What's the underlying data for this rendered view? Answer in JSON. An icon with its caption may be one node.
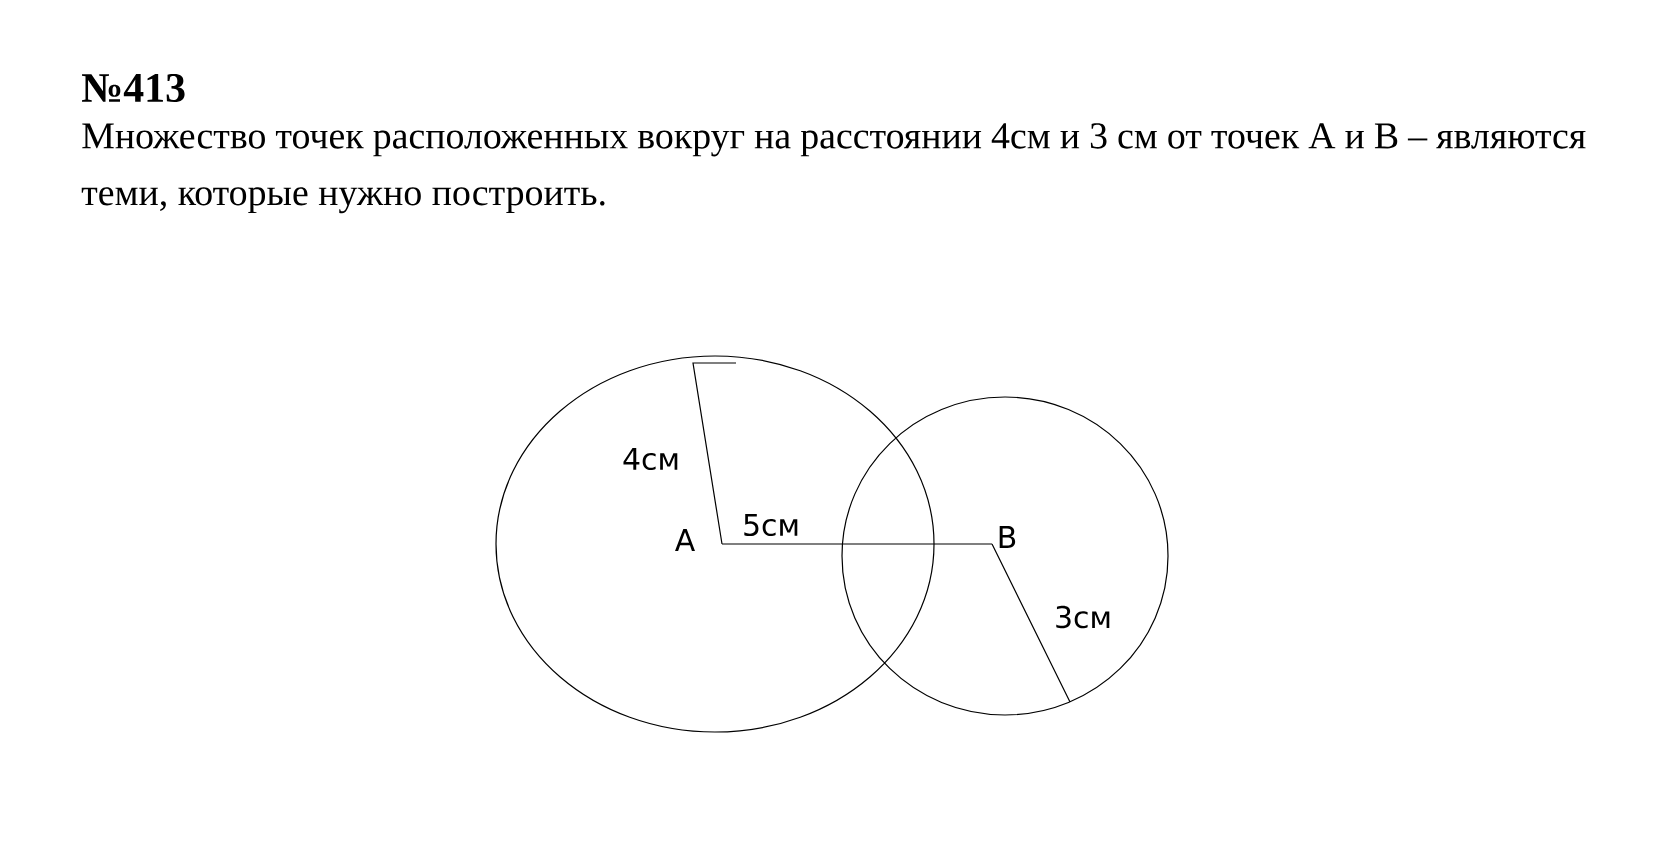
{
  "diagram": {
    "title": "№413",
    "labels": [
      "Множество точек расположенных вокруг  на расстоянии 4см и 3 см от точек А  и В – являются теми, которые нужно построить.",
      "4см",
      "A",
      "5см",
      "B",
      "3см"
    ]
  }
}
